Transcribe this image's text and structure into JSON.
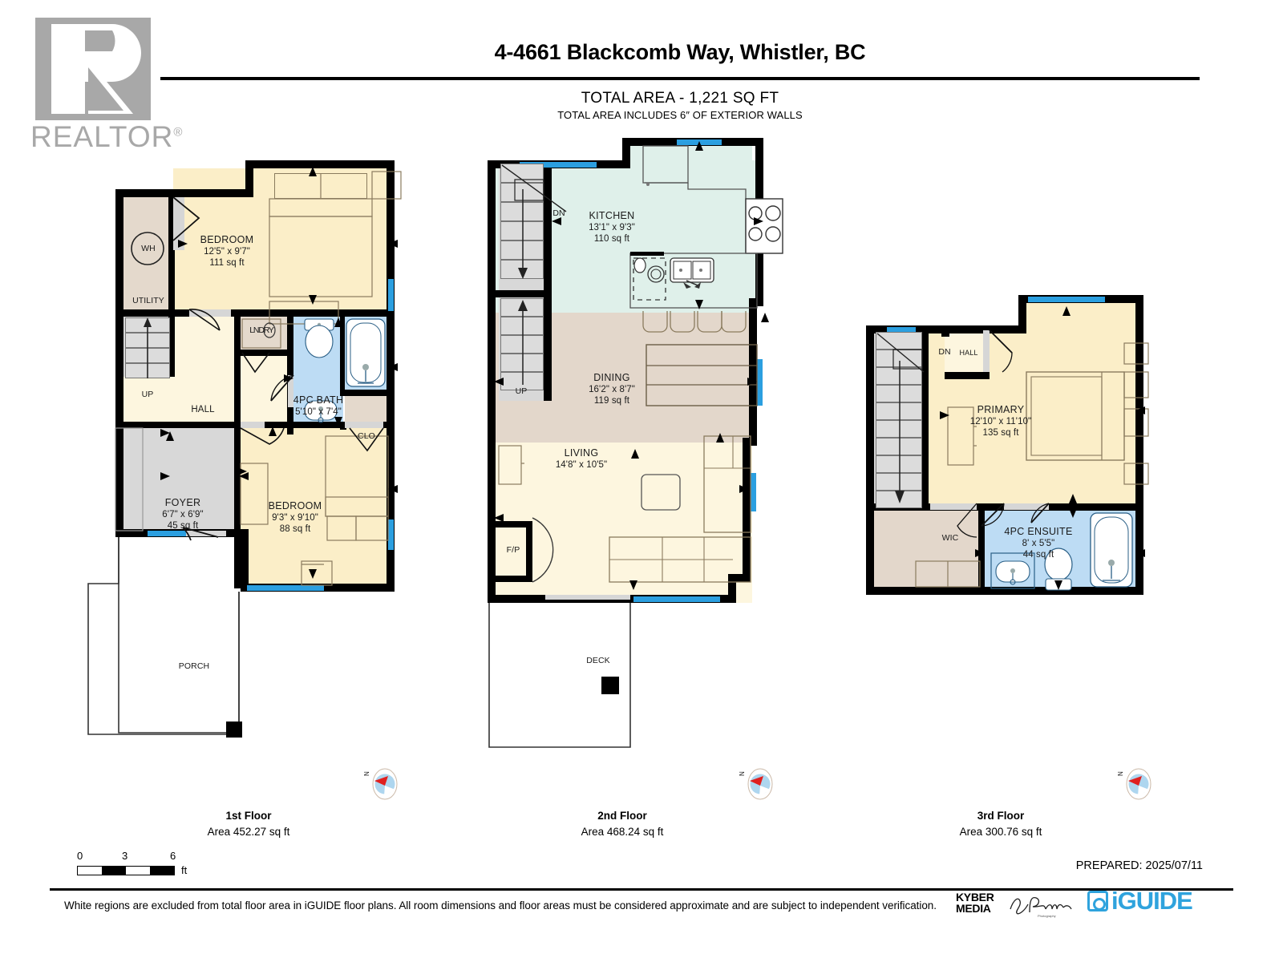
{
  "header": {
    "logo_text": "REALTOR",
    "logo_registered": "®",
    "title": "4-4661 Blackcomb Way, Whistler, BC",
    "total_area": "TOTAL AREA - 1,221 SQ FT",
    "total_note": "TOTAL AREA INCLUDES 6″ OF EXTERIOR WALLS"
  },
  "floor1": {
    "caption_name": "1st Floor",
    "caption_area": "Area 452.27 sq ft",
    "rooms": {
      "bedroom1_name": "BEDROOM",
      "bedroom1_dims": "12'5\" x 9'7\"",
      "bedroom1_area": "111 sq ft",
      "utility": "UTILITY",
      "water_heater": "WH",
      "up": "UP",
      "hall": "HALL",
      "laundry": "LNDRY",
      "bath_name": "4PC BATH",
      "bath_dims": "5'10\" x 7'4\"",
      "closet": "CLO",
      "foyer_name": "FOYER",
      "foyer_dims": "6'7\" x 6'9\"",
      "foyer_area": "45 sq ft",
      "bedroom2_name": "BEDROOM",
      "bedroom2_dims": "9'3\" x 9'10\"",
      "bedroom2_area": "88 sq ft",
      "porch": "PORCH"
    }
  },
  "floor2": {
    "caption_name": "2nd Floor",
    "caption_area": "Area 468.24 sq ft",
    "rooms": {
      "dn": "DN",
      "up": "UP",
      "kitchen_name": "KITCHEN",
      "kitchen_dims": "13'1\" x 9'3\"",
      "kitchen_area": "110 sq ft",
      "dining_name": "DINING",
      "dining_dims": "16'2\" x 8'7\"",
      "dining_area": "119 sq ft",
      "living_name": "LIVING",
      "living_dims": "14'8\" x 10'5\"",
      "fireplace": "F/P",
      "deck": "DECK"
    }
  },
  "floor3": {
    "caption_name": "3rd Floor",
    "caption_area": "Area 300.76 sq ft",
    "rooms": {
      "dn": "DN",
      "hall": "HALL",
      "primary_name": "PRIMARY",
      "primary_dims": "12'10\" x 11'10\"",
      "primary_area": "135 sq ft",
      "wic": "WIC",
      "ensuite_name": "4PC ENSUITE",
      "ensuite_dims": "8' x 5'5\"",
      "ensuite_area": "44 sq ft"
    }
  },
  "compass": {
    "north_label": "N"
  },
  "scalebar": {
    "tick0": "0",
    "tick1": "3",
    "tick2": "6",
    "unit": "ft"
  },
  "footer": {
    "prepared": "PREPARED: 2025/07/11",
    "disclaimer": "White regions are excluded from total floor area in iGUIDE floor plans. All room dimensions and floor areas must be considered approximate and are subject to independent verification.",
    "kyber_line1": "KYBER",
    "kyber_line2": "MEDIA",
    "iguide": "iGUIDE"
  },
  "colors": {
    "wall": "#000000",
    "window": "#2b9fe0",
    "room_yellow": "#fbeec8",
    "room_beige": "#e4d9cc",
    "room_grey": "#d8d8d8",
    "room_blue": "#bddcf4",
    "room_mint": "#dff0ea",
    "accent_iguide": "#2fa3dd",
    "compass_red": "#e02020",
    "compass_blue": "#aed6ef"
  }
}
